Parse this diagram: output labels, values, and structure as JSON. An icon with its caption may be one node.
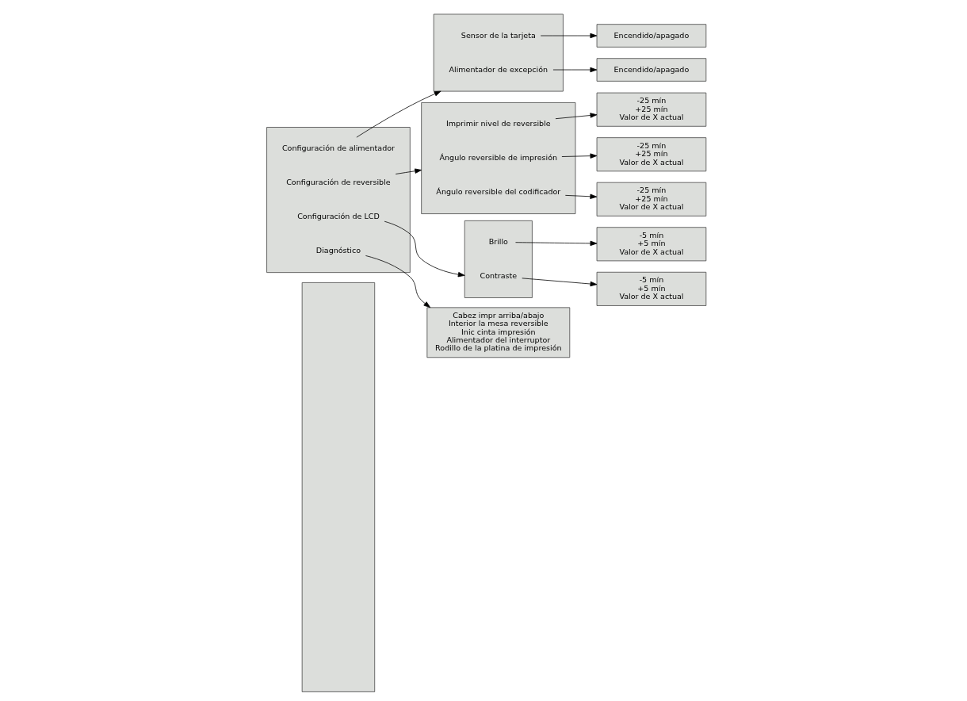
{
  "diagram": {
    "nodes": [
      {
        "text": [],
        "shape": "box"
      },
      {
        "text": [],
        "shape": "box"
      },
      {
        "text": [
          "Configuración de alimentador"
        ],
        "in": 1
      },
      {
        "text": [
          "Configuración de reversible"
        ],
        "in": 1
      },
      {
        "text": [
          "Configuración de LCD"
        ],
        "in": 1
      },
      {
        "text": [
          "Diagnóstico"
        ],
        "in": 1
      },
      {
        "text": [],
        "shape": "box"
      },
      {
        "text": [
          "Sensor de la tarjeta"
        ],
        "in": 6
      },
      {
        "text": [
          "Alimentador de excepción"
        ],
        "in": 6
      },
      {
        "text": [
          "Encendido/apagado"
        ]
      },
      {
        "text": [
          "Encendido/apagado"
        ]
      },
      {
        "text": [],
        "shape": "box"
      },
      {
        "text": [
          "Imprimir nivel de reversible"
        ],
        "in": 11
      },
      {
        "text": [
          "Ángulo reversible de impresión"
        ],
        "in": 11
      },
      {
        "text": [
          "Ángulo reversible del codificador"
        ],
        "in": 11
      },
      {
        "text": [
          "-25 mín",
          "+25 mín",
          "Valor de X actual"
        ]
      },
      {
        "text": [
          "-25 mín",
          "+25 mín",
          "Valor de X actual"
        ]
      },
      {
        "text": [
          "-25 mín",
          "+25 mín",
          "Valor de X actual"
        ]
      },
      {
        "text": [],
        "shape": "box"
      },
      {
        "text": [
          "Brillo"
        ],
        "in": 18
      },
      {
        "text": [
          "Contraste"
        ],
        "in": 18
      },
      {
        "text": [
          "-5 mín",
          "+5 mín",
          "Valor de X actual"
        ]
      },
      {
        "text": [
          "-5 mín",
          "+5 mín",
          "Valor de X actual"
        ]
      },
      {
        "text": [
          "Cabez impr arriba/abajo",
          "Interior la mesa reversible",
          "Inic cinta impresión",
          "Alimentador del interruptor",
          "Rodillo de la platina de impresión"
        ]
      }
    ],
    "edges": [
      {
        "from": 2,
        "to": 6,
        "arrow": "to"
      },
      {
        "from": 7,
        "to": 9,
        "arrow": "to"
      },
      {
        "from": 8,
        "to": 10,
        "arrow": "to"
      },
      {
        "from": 3,
        "to": 11,
        "arrow": "to"
      },
      {
        "from": 12,
        "to": 15,
        "arrow": "to"
      },
      {
        "from": 13,
        "to": 16,
        "arrow": "to"
      },
      {
        "from": 14,
        "to": 17,
        "arrow": "to"
      },
      {
        "from": 4,
        "to": 18,
        "arrow": "to"
      },
      {
        "from": 19,
        "to": 21,
        "arrow": "to"
      },
      {
        "from": 20,
        "to": 22,
        "arrow": "to"
      },
      {
        "from": 5,
        "to": 23,
        "arrow": "to"
      }
    ]
  }
}
